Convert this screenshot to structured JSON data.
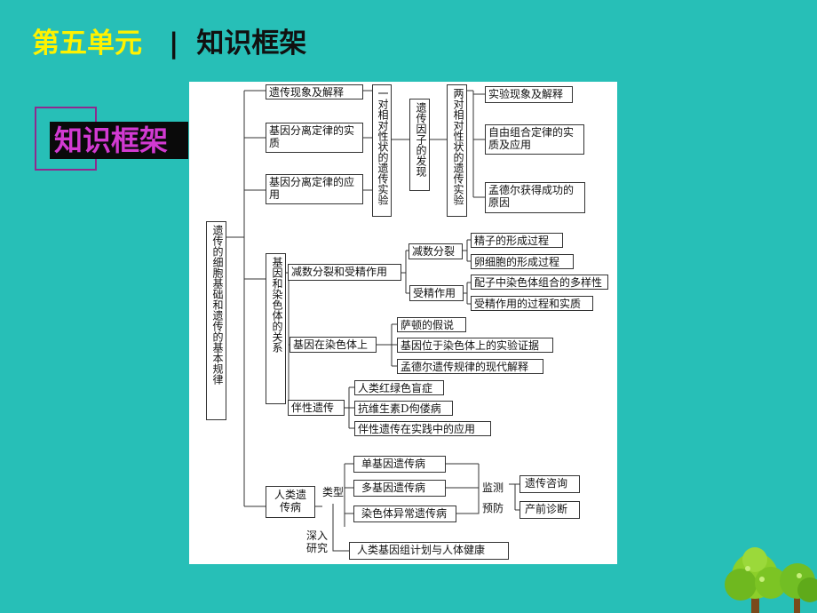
{
  "header": {
    "unit": "第五单元",
    "separator": "|",
    "topic": "知识框架"
  },
  "badge": {
    "label": "知识框架"
  },
  "diagram": {
    "root": "遗传的细胞基础和遗传的基本规律",
    "mendel": {
      "left_items": [
        "遗传现象及解释",
        "基因分离定律的实质",
        "基因分离定律的应用"
      ],
      "one_pair": "一对相对性状的遗传实验",
      "factor": "遗传因子的发现",
      "two_pair": "两对相对性状的遗传实验",
      "right_items": [
        "实验现象及解释",
        "自由组合定律的实质及应用",
        "孟德尔获得成功的原因"
      ]
    },
    "chromosome": {
      "main": "基因和染色体的关系",
      "meiosis": {
        "label": "减数分裂和受精作用",
        "sub1": "减数分裂",
        "sub1_items": [
          "精子的形成过程",
          "卵细胞的形成过程"
        ],
        "sub2": "受精作用",
        "sub2_items": [
          "配子中染色体组合的多样性",
          "受精作用的过程和实质"
        ]
      },
      "on_chromosome": {
        "label": "基因在染色体上",
        "items": [
          "萨顿的假说",
          "基因位于染色体上的实验证据",
          "孟德尔遗传规律的现代解释"
        ]
      },
      "sex_linked": {
        "label": "伴性遗传",
        "items": [
          "人类红绿色盲症",
          "抗维生素D佝偻病",
          "伴性遗传在实践中的应用"
        ]
      }
    },
    "disease": {
      "main": "人类遗传病",
      "type_label": "类型",
      "types": [
        "单基因遗传病",
        "多基因遗传病",
        "染色体异常遗传病"
      ],
      "monitor_label": "监测",
      "prevent_label": "预防",
      "measures": [
        "遗传咨询",
        "产前诊断"
      ],
      "study_label": "深入研究",
      "project": "人类基因组计划与人体健康"
    }
  },
  "colors": {
    "background": "#27bfb7",
    "unit_text": "#fff200",
    "badge_text": "#d23ad2",
    "badge_bg": "#0a0a0a"
  }
}
